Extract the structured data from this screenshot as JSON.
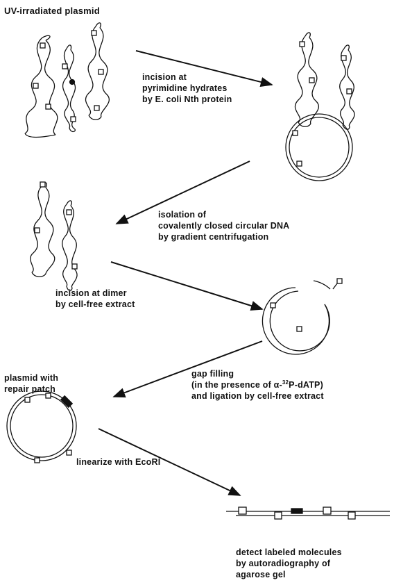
{
  "labels": {
    "title": "UV-irradiated plasmid",
    "step1": [
      "incision at",
      "pyrimidine hydrates",
      "by E. coli Nth protein"
    ],
    "step2": [
      "isolation of",
      "covalently closed circular DNA",
      "by gradient centrifugation"
    ],
    "step3": [
      "incision at dimer",
      "by cell-free extract"
    ],
    "step4_line1": "gap filling",
    "step4_line2_prefix": "(in the presence of α-",
    "step4_line2_sup": "32",
    "step4_line2_suffix": "P-dATP)",
    "step4_line3": "and ligation by cell-free extract",
    "repair": [
      "plasmid with",
      "repair patch"
    ],
    "step5": "linearize with EcoRI",
    "step6": [
      "detect labeled molecules",
      "by autoradiography of",
      "agarose gel"
    ]
  },
  "colors": {
    "ink": "#111111",
    "background": "#ffffff"
  }
}
